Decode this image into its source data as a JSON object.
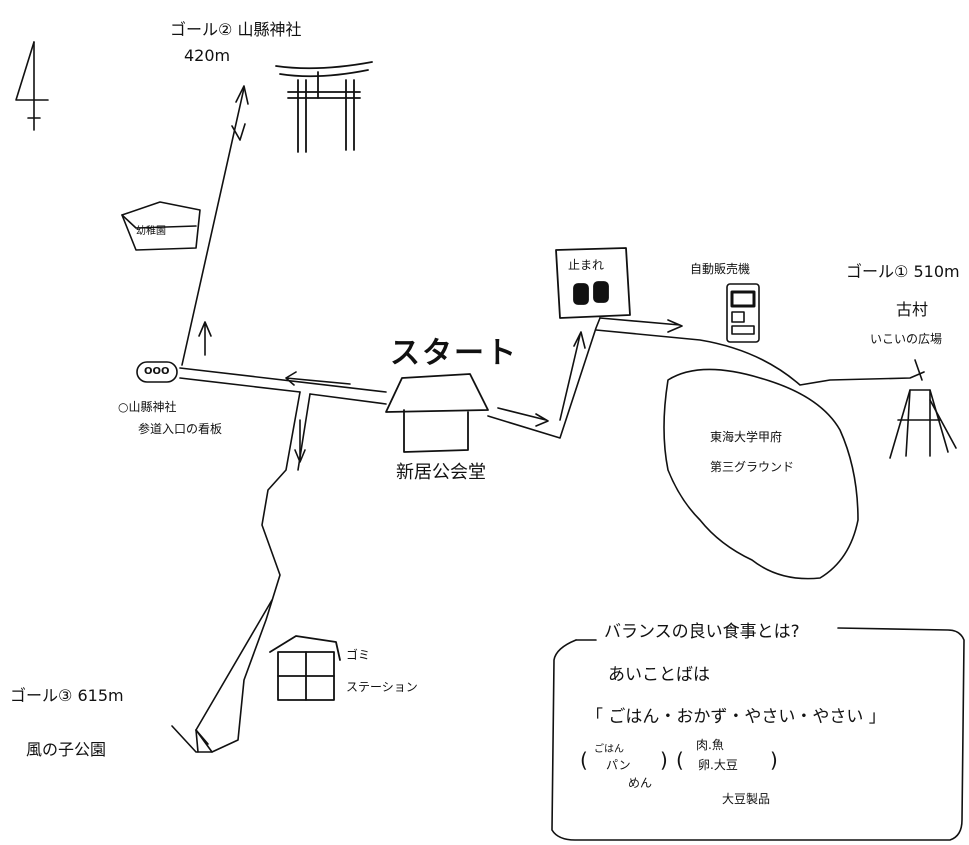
{
  "start": {
    "label": "スタート",
    "building": "新居公会堂"
  },
  "goals": [
    {
      "label": "ゴール②",
      "place": "山縣神社",
      "distance": "420m"
    },
    {
      "label": "ゴール①",
      "place": "古村",
      "place2": "いこいの広場",
      "distance": "510m"
    },
    {
      "label": "ゴール③",
      "place": "風の子公園",
      "distance": "615m"
    }
  ],
  "landmarks": {
    "kindergarten": "幼稚園",
    "shrine_sign": "○山縣神社",
    "shrine_sign2": "参道入口の看板",
    "sign_symbol": "OOO",
    "stop_sign": "止まれ",
    "vending": "自動販売機",
    "ground_line1": "東海大学甲府",
    "ground_line2": "第三グラウンド",
    "garbage_line1": "ゴミ",
    "garbage_line2": "ステーション"
  },
  "note": {
    "title": "バランスの良い食事とは?",
    "line1": "あいことばは",
    "line2": "「 ごはん・おかず・やさい・やさい 」",
    "p1_open": "(",
    "p1_a": "ごはん",
    "p1_b": "パン",
    "p1_c": "めん",
    "p1_close": ")",
    "p2_open": "(",
    "p2_a": "肉.魚",
    "p2_b": "卵.大豆",
    "p2_c": "大豆製品",
    "p2_close": ")"
  },
  "colors": {
    "ink": "#111111",
    "paper": "#ffffff"
  }
}
